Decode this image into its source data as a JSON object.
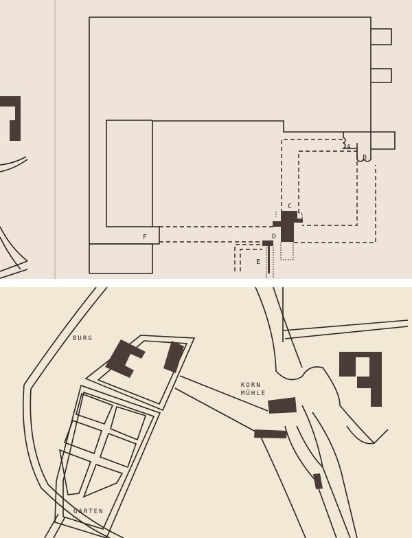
{
  "top_plan": {
    "labels": {
      "a": "A",
      "b": "B",
      "c": "C",
      "d": "D",
      "e": "E",
      "f": "F"
    }
  },
  "bottom_map": {
    "labels": {
      "burg": "BURG",
      "korn": "KORN",
      "muehle": "MÜHLE",
      "garten": "GARTEN"
    }
  },
  "colors": {
    "paper_top": "#eee4da",
    "paper_bottom": "#f2e8d6",
    "ink": "#2a2420",
    "building": "#4a3c36"
  }
}
